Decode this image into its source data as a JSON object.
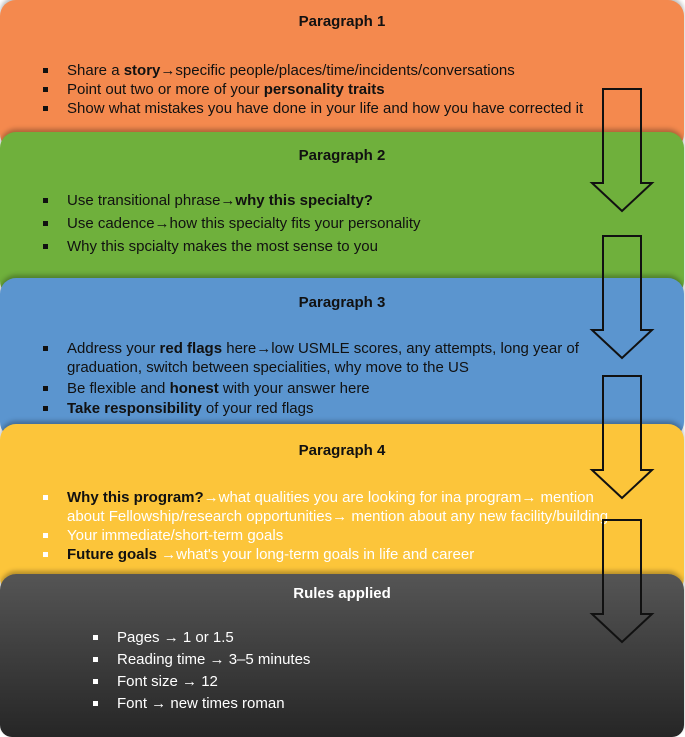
{
  "paragraphs": [
    {
      "title": "Paragraph 1",
      "bullets": [
        [
          {
            "t": "Share a "
          },
          {
            "t": "story",
            "b": true
          },
          {
            "t": "→specific people/places/time/incidents/conversations"
          }
        ],
        [
          {
            "t": "Point out two or more of your "
          },
          {
            "t": "personality traits",
            "b": true
          }
        ],
        [
          {
            "t": "Show what mistakes you have done in your life and how you have corrected it"
          }
        ]
      ]
    },
    {
      "title": "Paragraph 2",
      "bullets": [
        [
          {
            "t": "Use transitional phrase→"
          },
          {
            "t": "why this specialty?",
            "b": true
          }
        ],
        [
          {
            "t": "Use cadence→how this specialty fits your personality"
          }
        ],
        [
          {
            "t": "Why this spcialty makes the most sense to you"
          }
        ]
      ]
    },
    {
      "title": "Paragraph 3",
      "bullets": [
        [
          {
            "t": "Address your "
          },
          {
            "t": "red flags",
            "b": true
          },
          {
            "t": " here→low USMLE scores, any attempts, long year of graduation, switch between specialities, why move to the US"
          }
        ],
        [
          {
            "t": "Be flexible and "
          },
          {
            "t": "honest",
            "b": true
          },
          {
            "t": " with your answer here"
          }
        ],
        [
          {
            "t": "Take responsibility",
            "b": true
          },
          {
            "t": " of your red flags"
          }
        ]
      ]
    },
    {
      "title": "Paragraph 4",
      "bullets": [
        [
          {
            "t": "Why this program?",
            "b": true
          },
          {
            "t": "→what qualities you are looking for ina program→ mention about Fellowship/research opportunities→ mention about any new facility/building"
          }
        ],
        [
          {
            "t": "Your immediate/short-term goals"
          }
        ],
        [
          {
            "t": "Future goals",
            "b": true
          },
          {
            "t": " →what's your long-term goals in life and career"
          }
        ]
      ]
    }
  ],
  "rules": {
    "title": "Rules applied",
    "items": [
      "Pages → 1 or 1.5",
      "Reading time → 3–5 minutes",
      "Font size → 12",
      "Font → new times roman"
    ]
  }
}
